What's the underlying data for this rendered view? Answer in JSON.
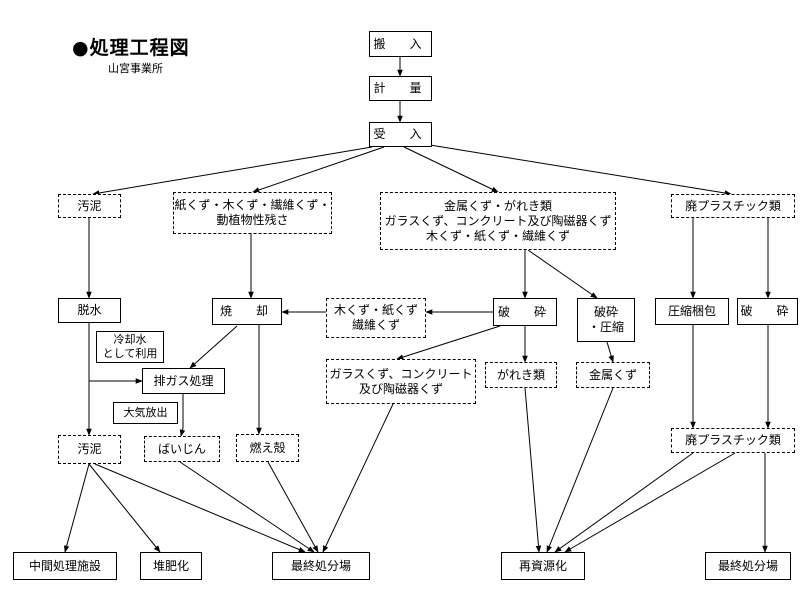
{
  "header": {
    "title": "●処理工程図",
    "subtitle": "山宮事業所"
  },
  "nodes": {
    "hannyu": "搬　入",
    "keiryo": "計　量",
    "ukeire": "受　入",
    "odei_in": "汚泥",
    "kami_group": [
      "紙くず・木くず・繊維くず・",
      "動植物性残さ"
    ],
    "kinzoku_group": [
      "金属くず・がれき類",
      "ガラスくず、コンクリート及び陶磁器くず",
      "木くず・紙くず・繊維くず"
    ],
    "plastic_in": "廃プラスチック類",
    "dassui": "脱水",
    "shokyaku": "焼　却",
    "moku_kami": [
      "木くず・紙くず",
      "繊維くず"
    ],
    "hasai": "破　砕",
    "hasai_asshuku": [
      "破砕",
      "・圧縮"
    ],
    "asshuku_konpo": "圧縮梱包",
    "hasai2": "破　砕",
    "reikyakusui": [
      "冷却水",
      "として利用"
    ],
    "haigas": "排ガス処理",
    "taiki": "大気放出",
    "glass": [
      "ガラスくず、コンクリート",
      "及び陶磁器くず"
    ],
    "gareki": "がれき類",
    "kinzoku": "金属くず",
    "odei_out": "汚泥",
    "baijin": "ばいじん",
    "moegara": "燃え殻",
    "plastic_out": "廃プラスチック類",
    "chukan": "中間処理施設",
    "taihi": "堆肥化",
    "saishu1": "最終処分場",
    "saishigen": "再資源化",
    "saishu2": "最終処分場"
  }
}
